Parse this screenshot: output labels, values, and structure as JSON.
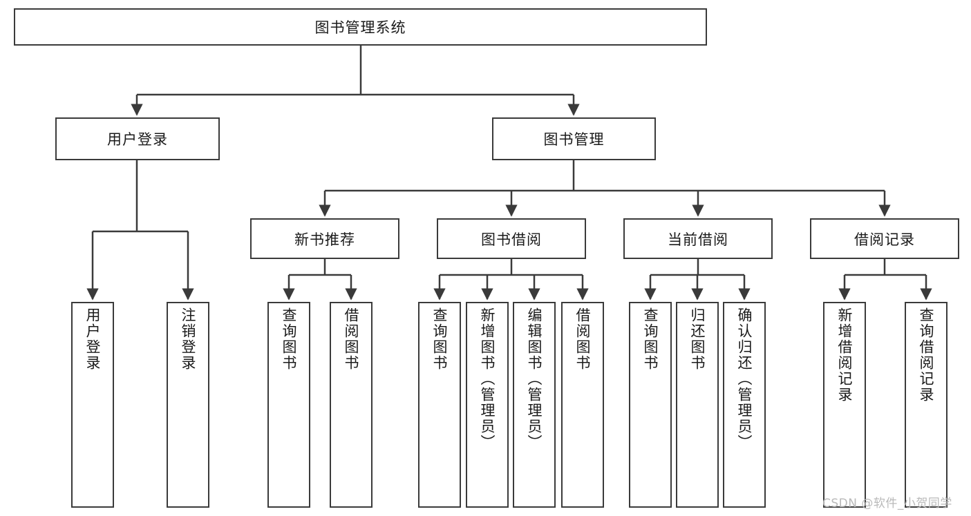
{
  "diagram": {
    "type": "tree-hierarchy",
    "title": "图书管理系统",
    "root": {
      "label": "图书管理系统",
      "children": [
        {
          "label": "用户登录",
          "children": [
            {
              "label": "用户登录"
            },
            {
              "label": "注销登录"
            }
          ]
        },
        {
          "label": "图书管理",
          "children": [
            {
              "label": "新书推荐",
              "children": [
                {
                  "label": "查询图书"
                },
                {
                  "label": "借阅图书"
                }
              ]
            },
            {
              "label": "图书借阅",
              "children": [
                {
                  "label": "查询图书"
                },
                {
                  "label": "新增图书（管理员）"
                },
                {
                  "label": "编辑图书（管理员）"
                },
                {
                  "label": "借阅图书"
                }
              ]
            },
            {
              "label": "当前借阅",
              "children": [
                {
                  "label": "查询图书"
                },
                {
                  "label": "归还图书"
                },
                {
                  "label": "确认归还（管理员）"
                }
              ]
            },
            {
              "label": "借阅记录",
              "children": [
                {
                  "label": "新增借阅记录"
                },
                {
                  "label": "查询借阅记录"
                }
              ]
            }
          ]
        }
      ]
    },
    "nodes": {
      "root": "图书管理系统",
      "l2_user_login": "用户登录",
      "l2_book_mgmt": "图书管理",
      "l3_new_book": "新书推荐",
      "l3_borrow": "图书借阅",
      "l3_current": "当前借阅",
      "l3_record": "借阅记录",
      "leaf_user_login": "用户登录",
      "leaf_logout": "注销登录",
      "leaf_nb_query": "查询图书",
      "leaf_nb_borrow": "借阅图书",
      "leaf_bb_query": "查询图书",
      "leaf_bb_add": "新增图书（管理员）",
      "leaf_bb_edit": "编辑图书（管理员）",
      "leaf_bb_borrow": "借阅图书",
      "leaf_cb_query": "查询图书",
      "leaf_cb_return": "归还图书",
      "leaf_cb_confirm": "确认归还（管理员）",
      "leaf_br_add": "新增借阅记录",
      "leaf_br_query": "查询借阅记录"
    },
    "colors": {
      "box_border": "#3a3a3a",
      "box_fill": "#ffffff",
      "connector": "#3a3a3a",
      "text": "#1a1a1a",
      "watermark": "#b9b9b9",
      "background": "#ffffff"
    }
  },
  "watermark": {
    "text": "CSDN @软件_小贺同学"
  }
}
